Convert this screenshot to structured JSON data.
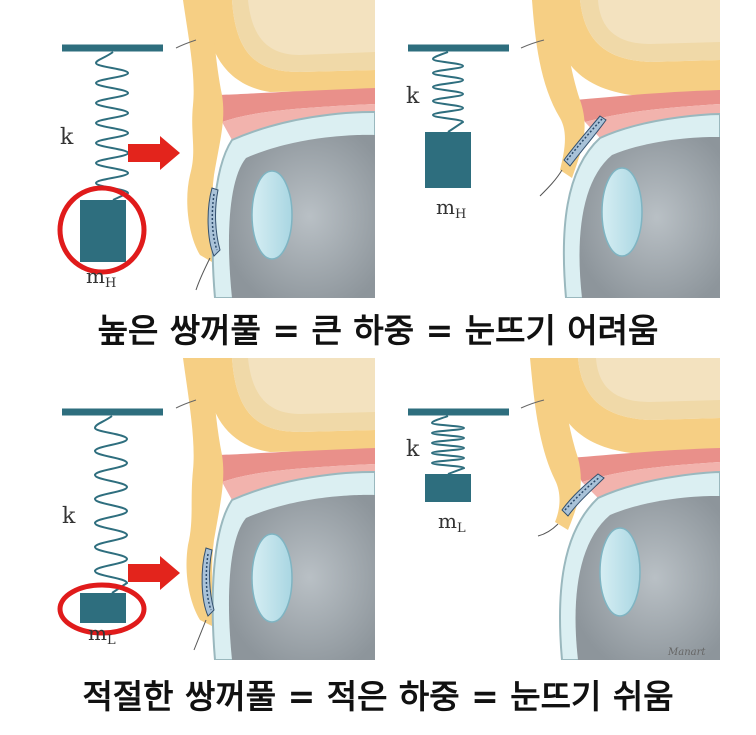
{
  "captions": {
    "top": "높은 쌍꺼풀 = 큰 하중 = 눈뜨기 어려움",
    "bottom": "적절한 쌍꺼풀 = 적은 하중 = 눈뜨기 쉬움"
  },
  "labels": {
    "spring": "k",
    "mass_heavy_base": "m",
    "mass_heavy_sub": "H",
    "mass_light_base": "m",
    "mass_light_sub": "L"
  },
  "signature": "Manart",
  "colors": {
    "teal": "#2e6e7e",
    "arrow": "#e3241c",
    "circle": "#e01b1b",
    "skin": "#f6cf84",
    "muscle": "#e9908a",
    "sclera": "#dbeff2",
    "eyeball": "#9aa2a8",
    "lens": "#bfe3ec"
  }
}
